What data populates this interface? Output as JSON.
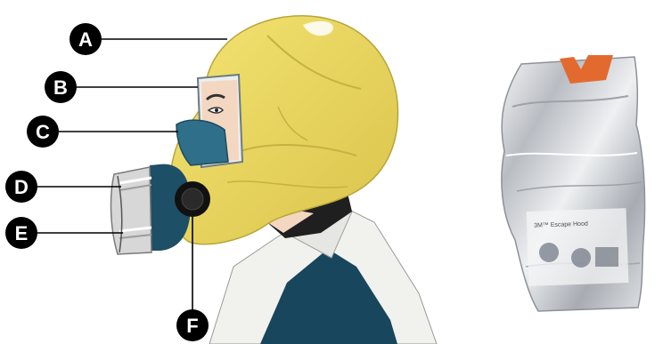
{
  "colors": {
    "hood": "#ecd95c",
    "hood_shadow": "#c9b23c",
    "visor": "#2f6f8a",
    "canister_body": "#1d4f66",
    "filter_band": "#d7d7d7",
    "valve": "#111111",
    "collar": "#1f1f1f",
    "shirt": "#f1f1ee",
    "jacket": "#17465d",
    "skin": "#f4d7c0",
    "callout": "#000000",
    "pouch_tag": "#e36a2e"
  },
  "callouts": [
    {
      "id": "A",
      "letter": "A"
    },
    {
      "id": "B",
      "letter": "B"
    },
    {
      "id": "C",
      "letter": "C"
    },
    {
      "id": "D",
      "letter": "D"
    },
    {
      "id": "E",
      "letter": "E"
    },
    {
      "id": "F",
      "letter": "F"
    }
  ],
  "pouch": {
    "label_line": "3M™ Escape Hood"
  }
}
